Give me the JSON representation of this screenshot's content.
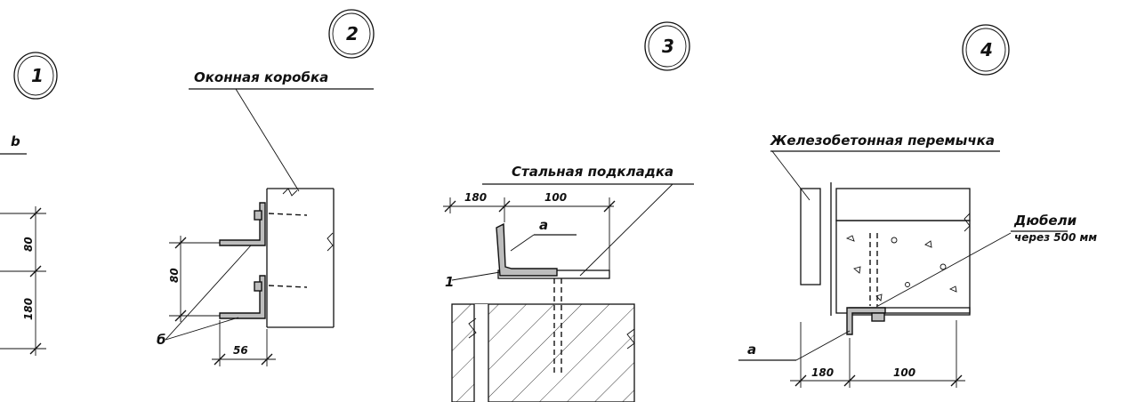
{
  "details": [
    {
      "number": "1",
      "labels": {
        "b": "b"
      },
      "dims": [
        "80",
        "180"
      ]
    },
    {
      "number": "2",
      "title": "Оконная коробка",
      "labels": {
        "b": "б"
      },
      "dims": [
        "80",
        "56"
      ]
    },
    {
      "number": "3",
      "title": "Стальная подкладка",
      "labels": {
        "one": "1",
        "a": "а"
      },
      "dims": [
        "180",
        "100"
      ]
    },
    {
      "number": "4",
      "title": "Железобетонная перемычка",
      "note_line1": "Дюбели",
      "note_line2": "через 500 мм",
      "labels": {
        "a": "а"
      },
      "dims": [
        "180",
        "100"
      ]
    }
  ]
}
